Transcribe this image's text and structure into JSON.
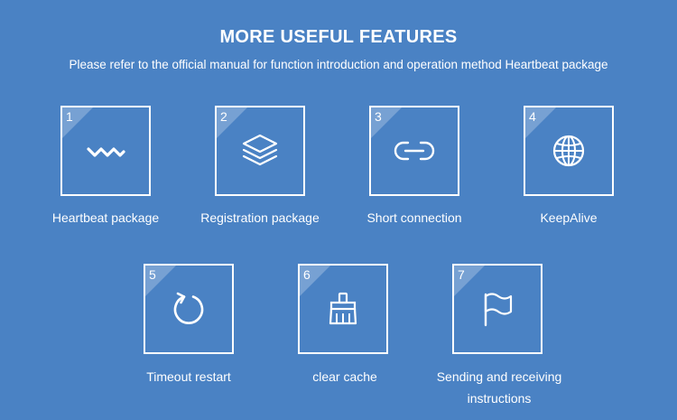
{
  "header": {
    "title": "MORE USEFUL FEATURES",
    "subtitle": "Please refer to the official manual for function introduction and operation method Heartbeat package"
  },
  "features": [
    {
      "number": "1",
      "label": "Heartbeat package",
      "icon": "wave-icon"
    },
    {
      "number": "2",
      "label": "Registration package",
      "icon": "layers-icon"
    },
    {
      "number": "3",
      "label": "Short connection",
      "icon": "link-icon"
    },
    {
      "number": "4",
      "label": "KeepAlive",
      "icon": "globe-icon"
    },
    {
      "number": "5",
      "label": "Timeout restart",
      "icon": "refresh-icon"
    },
    {
      "number": "6",
      "label": "clear cache",
      "icon": "brush-icon"
    },
    {
      "number": "7",
      "label": "Sending and receiving instructions",
      "icon": "flag-icon"
    }
  ],
  "colors": {
    "background": "#4a82c4",
    "foreground": "#ffffff"
  }
}
